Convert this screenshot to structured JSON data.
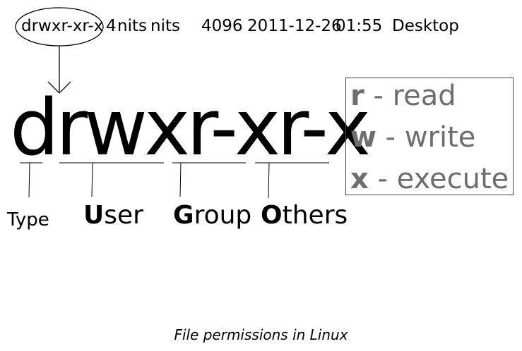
{
  "listing": {
    "permissions": "drwxr-xr-x",
    "links": "4",
    "owner": "nits",
    "group": "nits",
    "size": "4096",
    "date": "2011-12-26",
    "time": "01:55",
    "name": "Desktop"
  },
  "perm_string": "drwxr-xr-x",
  "groups": [
    {
      "initial": "",
      "rest": "Type"
    },
    {
      "initial": "U",
      "rest": "ser"
    },
    {
      "initial": "G",
      "rest": "roup"
    },
    {
      "initial": "O",
      "rest": "thers"
    }
  ],
  "legend": [
    {
      "key": "r",
      "text": " - read"
    },
    {
      "key": "w",
      "text": " - write"
    },
    {
      "key": "x",
      "text": " - execute"
    }
  ],
  "caption": "File permissions in Linux",
  "colors": {
    "ink": "#000000",
    "legend_text": "#6e6e6e",
    "legend_border": "#444444"
  }
}
